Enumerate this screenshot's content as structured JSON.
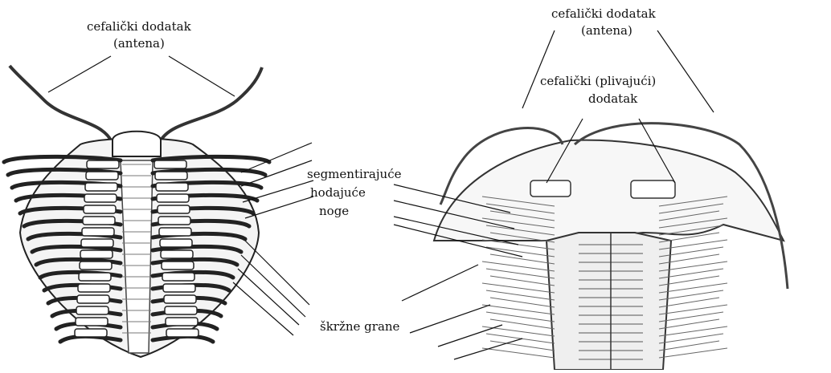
{
  "left_figure": {
    "antenna_label_line1": "cefalički dodatak",
    "antenna_label_line2": "(antena)"
  },
  "right_figure": {
    "antenna_label_line1": "cefalički dodatak",
    "antenna_label_line2": "(antena)",
    "swim_label_line1": "cefalički (plivajući)",
    "swim_label_line2": "dodatak"
  },
  "middle_labels": {
    "legs_line1": "segmentirajuće",
    "legs_line2": "hodajuće",
    "legs_line3": "noge",
    "gills": "škržne grane"
  }
}
